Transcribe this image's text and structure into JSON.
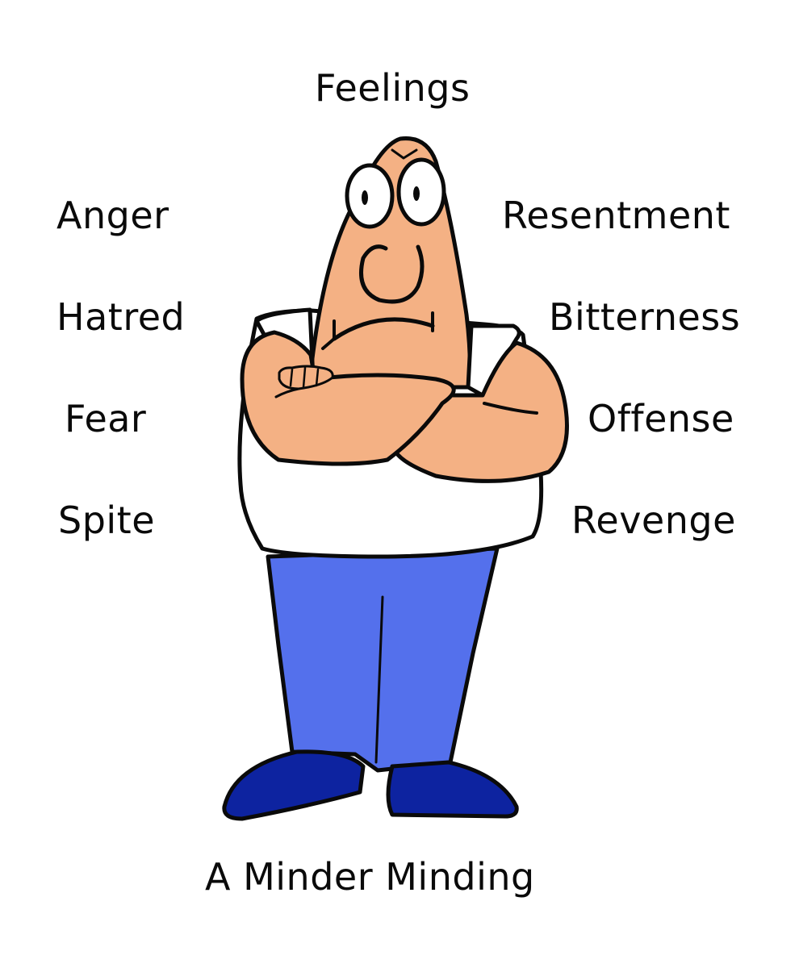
{
  "title": "Feelings",
  "caption": "A Minder Minding",
  "left_labels": [
    "Anger",
    "Hatred",
    "Fear",
    "Spite"
  ],
  "right_labels": [
    "Resentment",
    "Bitterness",
    "Offense",
    "Revenge"
  ],
  "figure": {
    "description": "cartoon man with arms crossed, frowning",
    "colors": {
      "skin": "#f4b184",
      "shirt": "#ffffff",
      "pants": "#5470ec",
      "shoes": "#0d23a0",
      "outline": "#0a0a0a"
    }
  }
}
